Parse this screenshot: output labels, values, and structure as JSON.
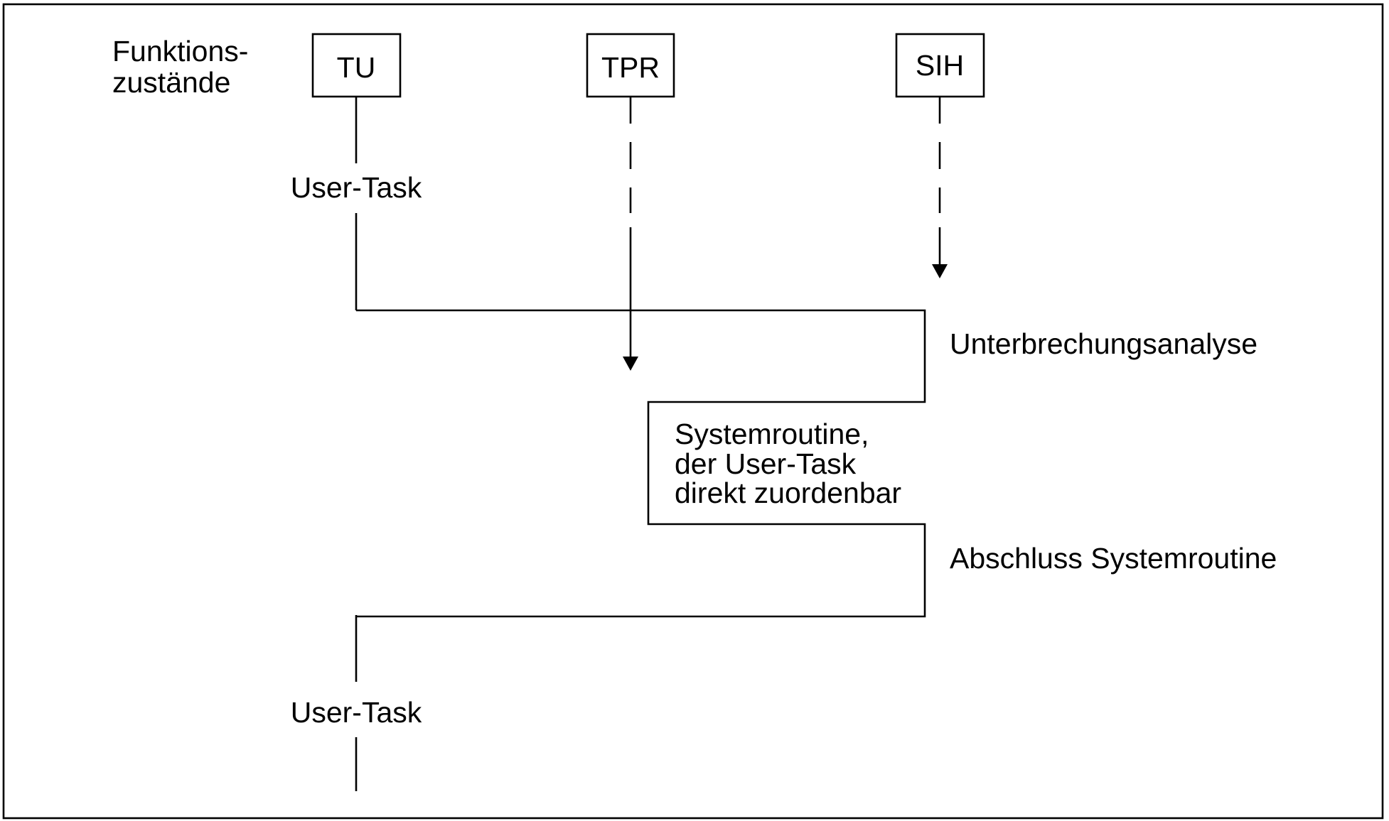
{
  "header": {
    "line1": "Funktions-",
    "line2": "zustände"
  },
  "states": {
    "tu": "TU",
    "tpr": "TPR",
    "sih": "SIH"
  },
  "labels": {
    "user_task_top": "User-Task",
    "unterbrechung": "Unterbrechungsanalyse",
    "systemroutine_1": "Systemroutine,",
    "systemroutine_2": "der User-Task",
    "systemroutine_3": "direkt zuordenbar",
    "abschluss": "Abschluss Systemroutine",
    "user_task_bottom": "User-Task"
  },
  "colors": {
    "lines": "#000000",
    "background": "#ffffff"
  }
}
